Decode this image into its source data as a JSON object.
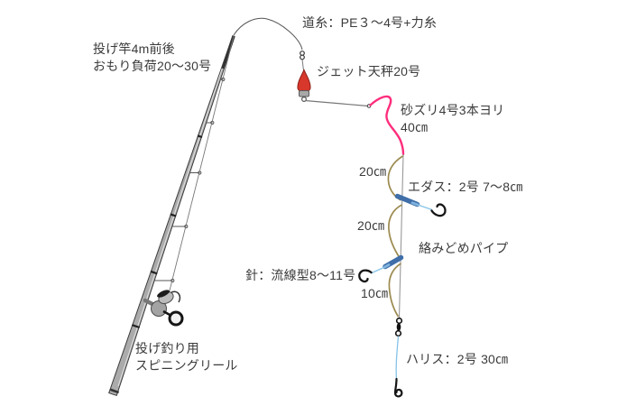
{
  "labels": {
    "rod_line1": "投げ竿4m前後",
    "rod_line2": "おもり負荷20～30号",
    "main_line": "道糸：PE３～4号+力糸",
    "jet_tenbin": "ジェット天秤20号",
    "sunazuri_line1": "砂ズリ4号3本ヨリ",
    "sunazuri_line2": "40㎝",
    "segment_top": "20㎝",
    "edasu": "エダス：2号 7～8㎝",
    "segment_mid": "20㎝",
    "pipe": "絡みどめパイプ",
    "hook": "針：流線型8～11号",
    "segment_low": "10㎝",
    "harisu": "ハリス：2号 30㎝",
    "reel_line1": "投げ釣り用",
    "reel_line2": "スピニングリール"
  },
  "colors": {
    "tenbin_red": "#d8382c",
    "sunazuri_pink": "#ff2e7d",
    "trunk_khaki": "#9c8b50",
    "pipe_blue": "#3f6ea8",
    "edasu_blue": "#85c3e8",
    "line_gray": "#999999",
    "hook_black": "#151515"
  }
}
